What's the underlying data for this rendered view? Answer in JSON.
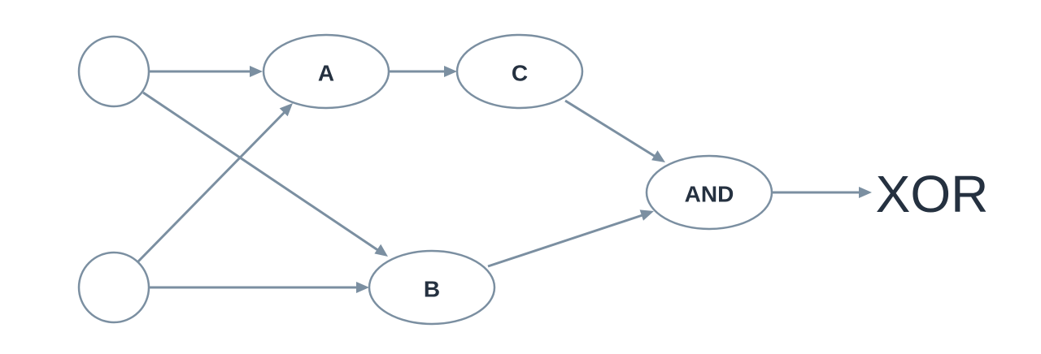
{
  "nodes": {
    "input_top": {
      "label": ""
    },
    "input_bottom": {
      "label": ""
    },
    "a": {
      "label": "A"
    },
    "b": {
      "label": "B"
    },
    "c": {
      "label": "C"
    },
    "and": {
      "label": "AND"
    }
  },
  "output": {
    "label": "XOR"
  },
  "edges": [
    {
      "from": "input_top",
      "to": "a"
    },
    {
      "from": "input_top",
      "to": "b"
    },
    {
      "from": "input_bottom",
      "to": "a"
    },
    {
      "from": "input_bottom",
      "to": "b"
    },
    {
      "from": "a",
      "to": "c"
    },
    {
      "from": "c",
      "to": "and"
    },
    {
      "from": "b",
      "to": "and"
    },
    {
      "from": "and",
      "to": "output"
    }
  ],
  "colors": {
    "stroke": "#7b8fa1",
    "text": "#253140"
  }
}
